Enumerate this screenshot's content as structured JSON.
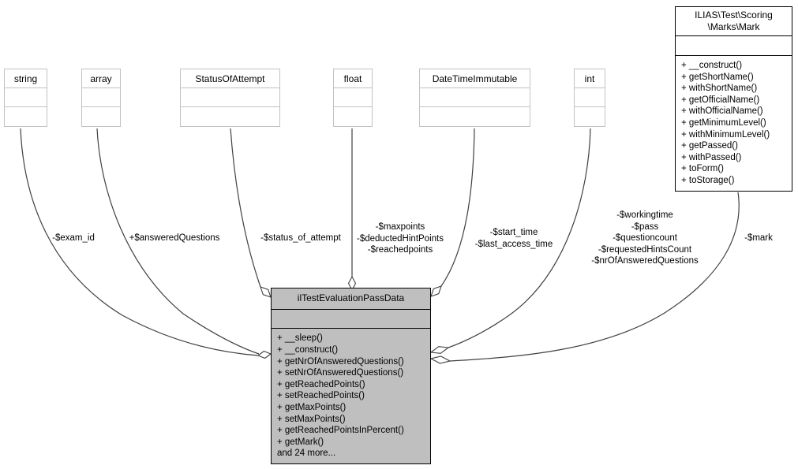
{
  "colors": {
    "main_class_fill": "#bfbfbf",
    "type_box_border": "#c2c2c2",
    "class_border": "#000000",
    "edge_line": "#404040",
    "background": "#ffffff"
  },
  "type_boxes": {
    "string": "string",
    "array": "array",
    "status_of_attempt": "StatusOfAttempt",
    "float": "float",
    "datetime": "DateTimeImmutable",
    "int": "int"
  },
  "mark_class": {
    "title": [
      "ILIAS\\Test\\Scoring",
      "\\Marks\\Mark"
    ],
    "methods": [
      "+ __construct()",
      "+ getShortName()",
      "+ withShortName()",
      "+ getOfficialName()",
      "+ withOfficialName()",
      "+ getMinimumLevel()",
      "+ withMinimumLevel()",
      "+ getPassed()",
      "+ withPassed()",
      "+ toForm()",
      "+ toStorage()"
    ]
  },
  "main_class": {
    "title": "ilTestEvaluationPassData",
    "methods": [
      "+ __sleep()",
      "+ __construct()",
      "+ getNrOfAnsweredQuestions()",
      "+ setNrOfAnsweredQuestions()",
      "+ getReachedPoints()",
      "+ setReachedPoints()",
      "+ getMaxPoints()",
      "+ setMaxPoints()",
      "+ getReachedPointsInPercent()",
      "+ getMark()",
      "and 24 more..."
    ]
  },
  "edge_labels": {
    "exam_id": "-$exam_id",
    "answered_questions": "+$answeredQuestions",
    "status_of_attempt": "-$status_of_attempt",
    "float_fields": [
      "-$maxpoints",
      "-$deductedHintPoints",
      "-$reachedpoints"
    ],
    "datetime_fields": [
      "-$start_time",
      "-$last_access_time"
    ],
    "int_fields": [
      "-$workingtime",
      "-$pass",
      "-$questioncount",
      "-$requestedHintsCount",
      "-$nrOfAnsweredQuestions"
    ],
    "mark_field": "-$mark"
  }
}
